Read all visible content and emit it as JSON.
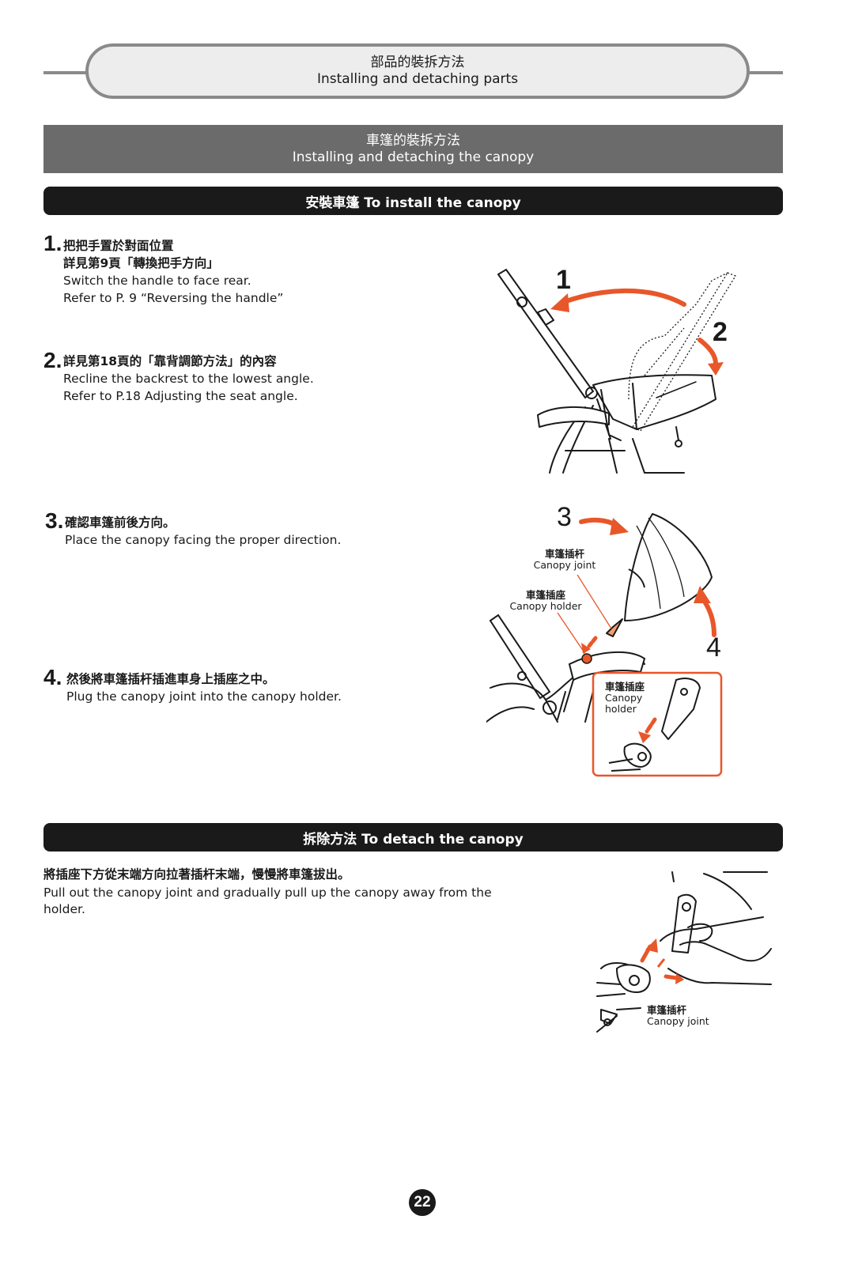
{
  "header": {
    "cn": "部品的裝拆方法",
    "en": "Installing and detaching parts"
  },
  "banner": {
    "cn": "車篷的裝拆方法",
    "en": "Installing and detaching the canopy"
  },
  "install_bar": "安裝車篷 To install the canopy",
  "steps": [
    {
      "num": "1.",
      "cn1": "把把手置於對面位置",
      "cn2": "詳見第9頁「轉換把手方向」",
      "en1": "Switch the handle to face rear.",
      "en2": "Refer to P. 9 “Reversing the handle”"
    },
    {
      "num": "2.",
      "cn1": "詳見第18頁的「靠背調節方法」的內容",
      "en1": "Recline the backrest to the lowest angle.",
      "en2": "Refer to P.18  Adjusting the seat angle."
    },
    {
      "num": "3.",
      "cn1": "確認車篷前後方向。",
      "en1": "Place the canopy facing the proper direction."
    },
    {
      "num": "4.",
      "cn1": "然後將車篷插杆插進車身上插座之中。",
      "en1": "Plug the canopy joint into the canopy holder."
    }
  ],
  "figure1": {
    "n1": "1",
    "n2": "2"
  },
  "figure2": {
    "n3": "3",
    "n4": "4",
    "joint_cn": "車篷插杆",
    "joint_en": "Canopy joint",
    "holder_cn": "車篷插座",
    "holder_en": "Canopy holder",
    "inset_cn": "車篷插座",
    "inset_en1": "Canopy",
    "inset_en2": "holder"
  },
  "detach_bar": "拆除方法  To detach the canopy",
  "detach": {
    "cn": "將插座下方從末端方向拉著插杆末端，慢慢將車篷拔出。",
    "en": "Pull out the canopy joint and gradually pull up the canopy away from the holder."
  },
  "figure3": {
    "joint_cn": "車篷插杆",
    "joint_en": "Canopy joint"
  },
  "page_number": "22",
  "colors": {
    "accent": "#e8572a",
    "dark": "#1a1a1a",
    "grey": "#6b6b6b"
  }
}
